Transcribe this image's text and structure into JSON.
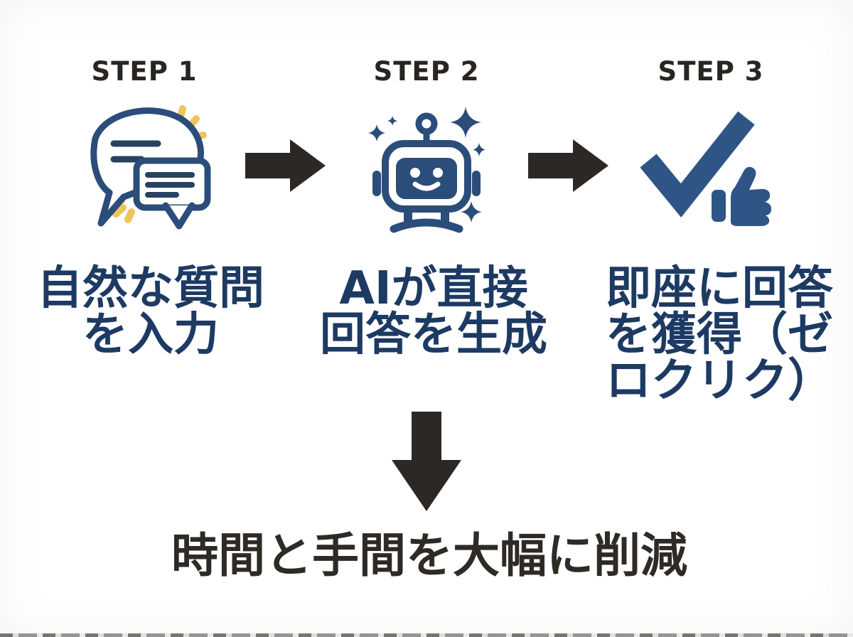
{
  "steps": [
    {
      "label": "STEP 1",
      "icon": "chat-bubbles-icon",
      "caption": "自然な質問を入力",
      "caption_lines": [
        "自然な質問",
        "を入力"
      ]
    },
    {
      "label": "STEP 2",
      "icon": "robot-icon",
      "caption": "AIが直接回答を生成",
      "caption_lines": [
        "AIが直接",
        "回答を生成"
      ]
    },
    {
      "label": "STEP 3",
      "icon": "check-thumbs-up-icon",
      "caption": "即座に回答を獲得（ゼロクリク）",
      "caption_lines": [
        "即座に回答",
        "を獲得（ゼ",
        "ロクリク）"
      ]
    }
  ],
  "conclusion": "時間と手間を大幅に削減",
  "colors": {
    "background": "#ffffff",
    "step_label": "#292521",
    "caption": "#1d3a63",
    "icon_primary": "#2b4d7a",
    "icon_line": "#27425f",
    "accent_yellow": "#efc45f",
    "check_blue": "#2e5585",
    "arrow": "#2b2825",
    "conclusion_text": "#2e2a26"
  }
}
